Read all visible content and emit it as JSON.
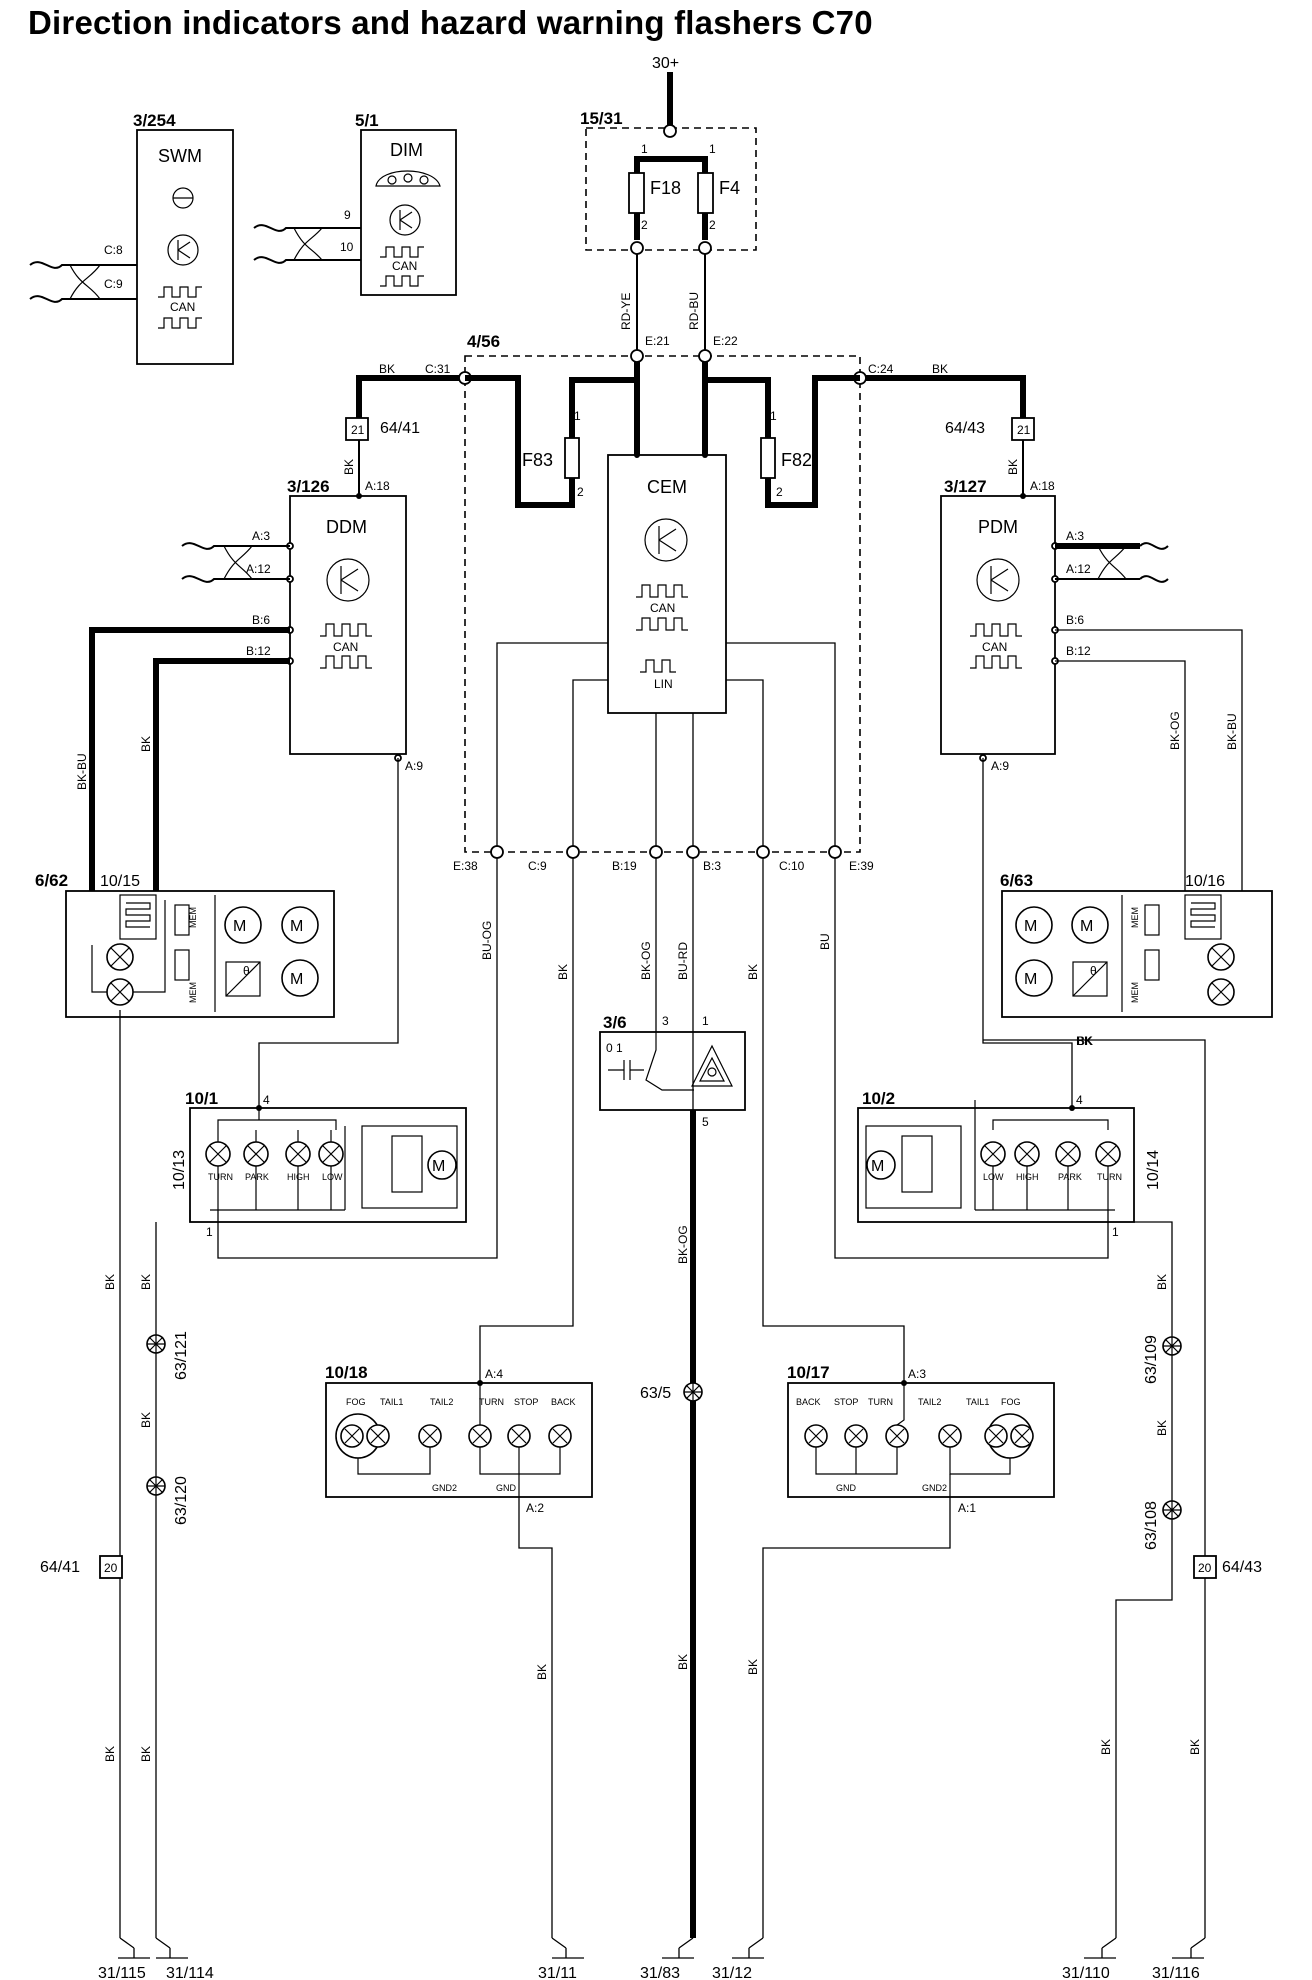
{
  "title": "Direction indicators and hazard warning flashers C70",
  "supply": {
    "label": "30+"
  },
  "fuse_box": {
    "ref": "15/31",
    "fuses": [
      "F18",
      "F4"
    ],
    "pin_top": "1",
    "pin_bottom": "2"
  },
  "swm": {
    "ref": "3/254",
    "name": "SWM",
    "pins": [
      "C:8",
      "C:9"
    ],
    "can": "CAN"
  },
  "dim": {
    "ref": "5/1",
    "name": "DIM",
    "pins": [
      "9",
      "10"
    ],
    "can": "CAN"
  },
  "cem_box": {
    "ref": "4/56",
    "name": "CEM",
    "can": "CAN",
    "lin": "LIN",
    "fuses": [
      "F83",
      "F82"
    ],
    "pins_top": [
      "C:31",
      "E:21",
      "E:22",
      "C:24"
    ],
    "pins_bottom": [
      "E:38",
      "C:9",
      "B:19",
      "B:3",
      "C:10",
      "E:39"
    ]
  },
  "ddm": {
    "ref": "3/126",
    "name": "DDM",
    "can": "CAN",
    "pin_supply": "A:18",
    "pins": [
      "A:3",
      "A:12",
      "B:6",
      "B:12",
      "A:9"
    ]
  },
  "pdm": {
    "ref": "3/127",
    "name": "PDM",
    "can": "CAN",
    "pin_supply": "A:18",
    "pins": [
      "A:3",
      "A:12",
      "B:6",
      "B:12",
      "A:9"
    ]
  },
  "splices": {
    "left_top": "64/41",
    "right_top": "64/43",
    "left_bottom": "64/41",
    "right_bottom": "64/43",
    "pin_top": "21",
    "pin_bottom": "20"
  },
  "mirror_left": {
    "ref": "6/62",
    "sub": "10/15",
    "motors": [
      "M",
      "M"
    ],
    "mem": [
      "MEM",
      "MEM"
    ]
  },
  "mirror_right": {
    "ref": "6/63",
    "sub": "10/16",
    "motors": [
      "M",
      "M"
    ],
    "mem": [
      "MEM",
      "MEM"
    ]
  },
  "hazard_switch": {
    "ref": "3/6",
    "positions": "0 1",
    "pins": [
      "3",
      "1",
      "5"
    ]
  },
  "headlamp_left": {
    "ref": "10/1",
    "side": "10/13",
    "lamps": [
      "TURN",
      "PARK",
      "HIGH",
      "LOW"
    ],
    "pin_top": "4",
    "pin_bottom": "1"
  },
  "headlamp_right": {
    "ref": "10/2",
    "side": "10/14",
    "lamps": [
      "LOW",
      "HIGH",
      "PARK",
      "TURN"
    ],
    "pin_top": "4",
    "pin_bottom": "1"
  },
  "rear_left": {
    "ref": "10/18",
    "lamps": [
      "FOG",
      "TAIL1",
      "TAIL2",
      "TURN",
      "STOP",
      "BACK"
    ],
    "gnd": [
      "GND2",
      "GND"
    ],
    "pin_in": "A:4",
    "pin_out": "A:2"
  },
  "rear_right": {
    "ref": "10/17",
    "lamps": [
      "BACK",
      "STOP",
      "TURN",
      "TAIL2",
      "TAIL1",
      "FOG"
    ],
    "gnd": [
      "GND",
      "GND2"
    ],
    "pin_in": "A:3",
    "pin_out": "A:1"
  },
  "wire_colors": {
    "bk": "BK",
    "rd_ye": "RD-YE",
    "rd_bu": "RD-BU",
    "bk_bu": "BK-BU",
    "bk_og": "BK-OG",
    "bu_og": "BU-OG",
    "bu_rd": "BU-RD",
    "bu": "BU"
  },
  "connectors": {
    "c63_121": "63/121",
    "c63_120": "63/120",
    "c63_5": "63/5",
    "c63_109": "63/109",
    "c63_108": "63/108"
  },
  "grounds": [
    "31/115",
    "31/114",
    "31/11",
    "31/83",
    "31/12",
    "31/110",
    "31/116"
  ]
}
